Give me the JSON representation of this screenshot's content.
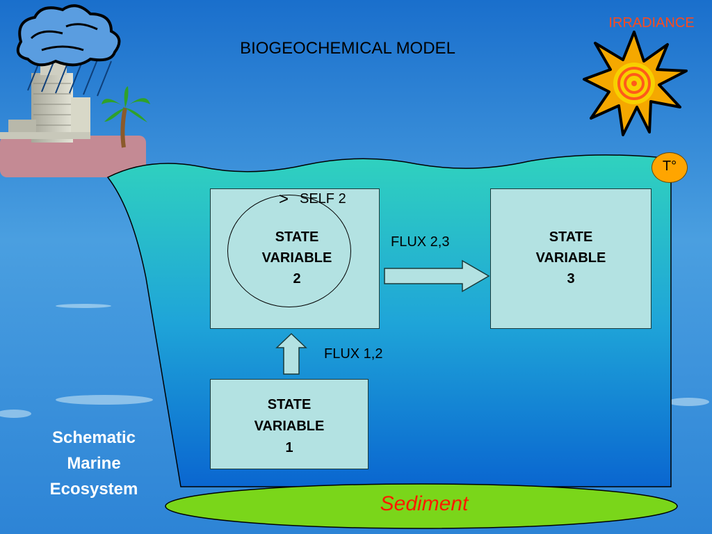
{
  "title": "BIOGEOCHEMICAL MODEL",
  "irradiance_label": "IRRADIANCE",
  "temperature_label": "T°",
  "state_variables": [
    {
      "line1": "STATE",
      "line2": "VARIABLE",
      "number": "1"
    },
    {
      "line1": "STATE",
      "line2": "VARIABLE",
      "number": "2"
    },
    {
      "line1": "STATE",
      "line2": "VARIABLE",
      "number": "3"
    }
  ],
  "self_label": "SELF 2",
  "self_symbol": ">",
  "flux_labels": {
    "f12": "FLUX 1,2",
    "f23": "FLUX 2,3"
  },
  "side_caption": {
    "line1": "Schematic",
    "line2": "Marine",
    "line3": "Ecosystem"
  },
  "sediment_label": "Sediment",
  "colors": {
    "sky": "#1f7fd8",
    "water": "#29c9c0",
    "box": "#b3e2e2",
    "sediment": "#7ad61a",
    "sun": "#f5a800",
    "temp_circle": "#ffa500",
    "irradiance_text": "#ff4a1c",
    "sediment_text": "#ff1a00"
  }
}
